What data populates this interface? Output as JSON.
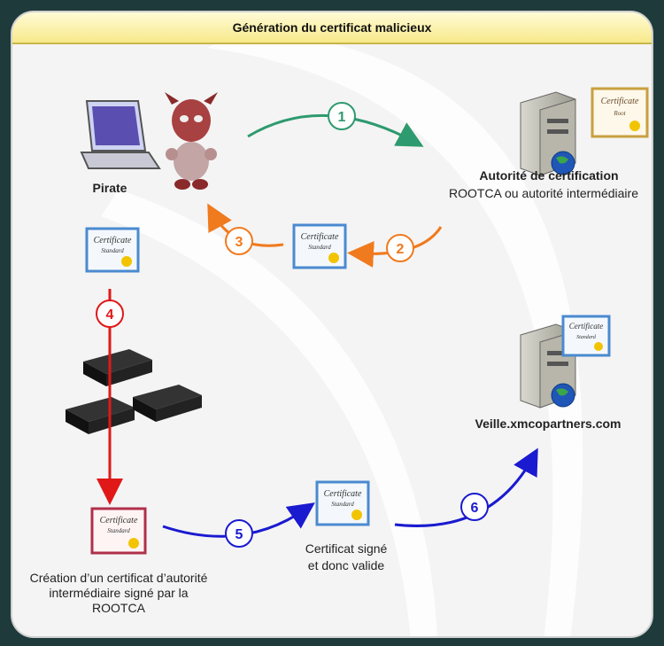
{
  "title": "Génération du certificat malicieux",
  "actors": {
    "pirate": "Pirate",
    "ca_name": "Autorité de certification",
    "ca_sub": "ROOTCA ou autorité intermédiaire",
    "site": "Veille.xmcopartners.com"
  },
  "certificates": {
    "standard": "Certificate",
    "standard_sub": "Standard",
    "root_sub": "Root"
  },
  "steps": [
    "1",
    "2",
    "3",
    "4",
    "5",
    "6"
  ],
  "captions": {
    "creation_line1": "Création d’un certificat d’autorité",
    "creation_line2": "intermédiaire signé par la",
    "creation_line3": "ROOTCA",
    "signed_line1": "Certificat signé",
    "signed_line2": "et donc valide"
  },
  "colors": {
    "green": "#2e9a6f",
    "orange": "#f07a1e",
    "red": "#e01818",
    "blue": "#1a1ad0"
  },
  "icons": [
    "laptop-icon",
    "devil-pirate-icon",
    "server-icon",
    "globe-icon",
    "game-console-icon"
  ]
}
